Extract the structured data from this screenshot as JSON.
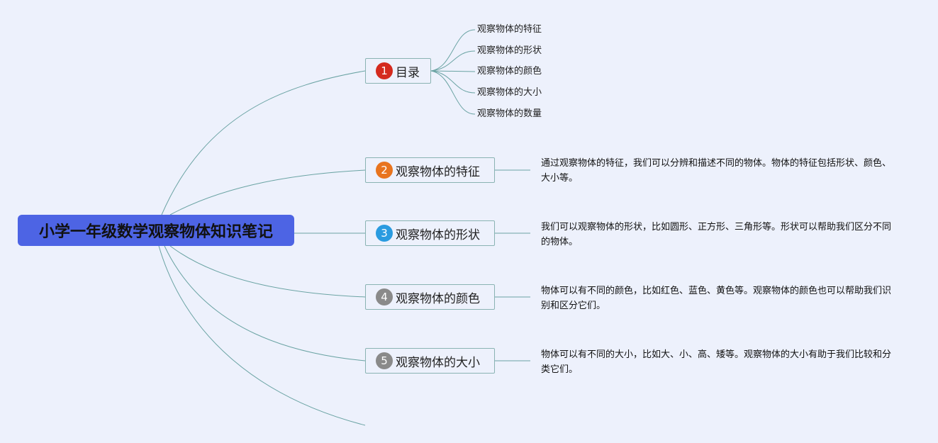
{
  "root": {
    "title": "小学一年级数学观察物体知识笔记"
  },
  "branches": [
    {
      "number": "1",
      "label": "目录",
      "marker_color": "#d42a1e"
    },
    {
      "number": "2",
      "label": "观察物体的特征",
      "marker_color": "#e8741e"
    },
    {
      "number": "3",
      "label": "观察物体的形状",
      "marker_color": "#2a9be0"
    },
    {
      "number": "4",
      "label": "观察物体的颜色",
      "marker_color": "#8a8a8a"
    },
    {
      "number": "5",
      "label": "观察物体的大小",
      "marker_color": "#8a8a8a"
    }
  ],
  "toc": [
    "观察物体的特征",
    "观察物体的形状",
    "观察物体的颜色",
    "观察物体的大小",
    "观察物体的数量"
  ],
  "notes": [
    "通过观察物体的特征，我们可以分辨和描述不同的物体。物体的特征包括形状、颜色、大小等。",
    "我们可以观察物体的形状，比如圆形、正方形、三角形等。形状可以帮助我们区分不同的物体。",
    "物体可以有不同的颜色，比如红色、蓝色、黄色等。观察物体的颜色也可以帮助我们识别和区分它们。",
    "物体可以有不同的大小，比如大、小、高、矮等。观察物体的大小有助于我们比较和分类它们。"
  ],
  "colors": {
    "line": "#6aa3a3",
    "root_bg": "#4d64e4",
    "background": "#edf1fc"
  }
}
